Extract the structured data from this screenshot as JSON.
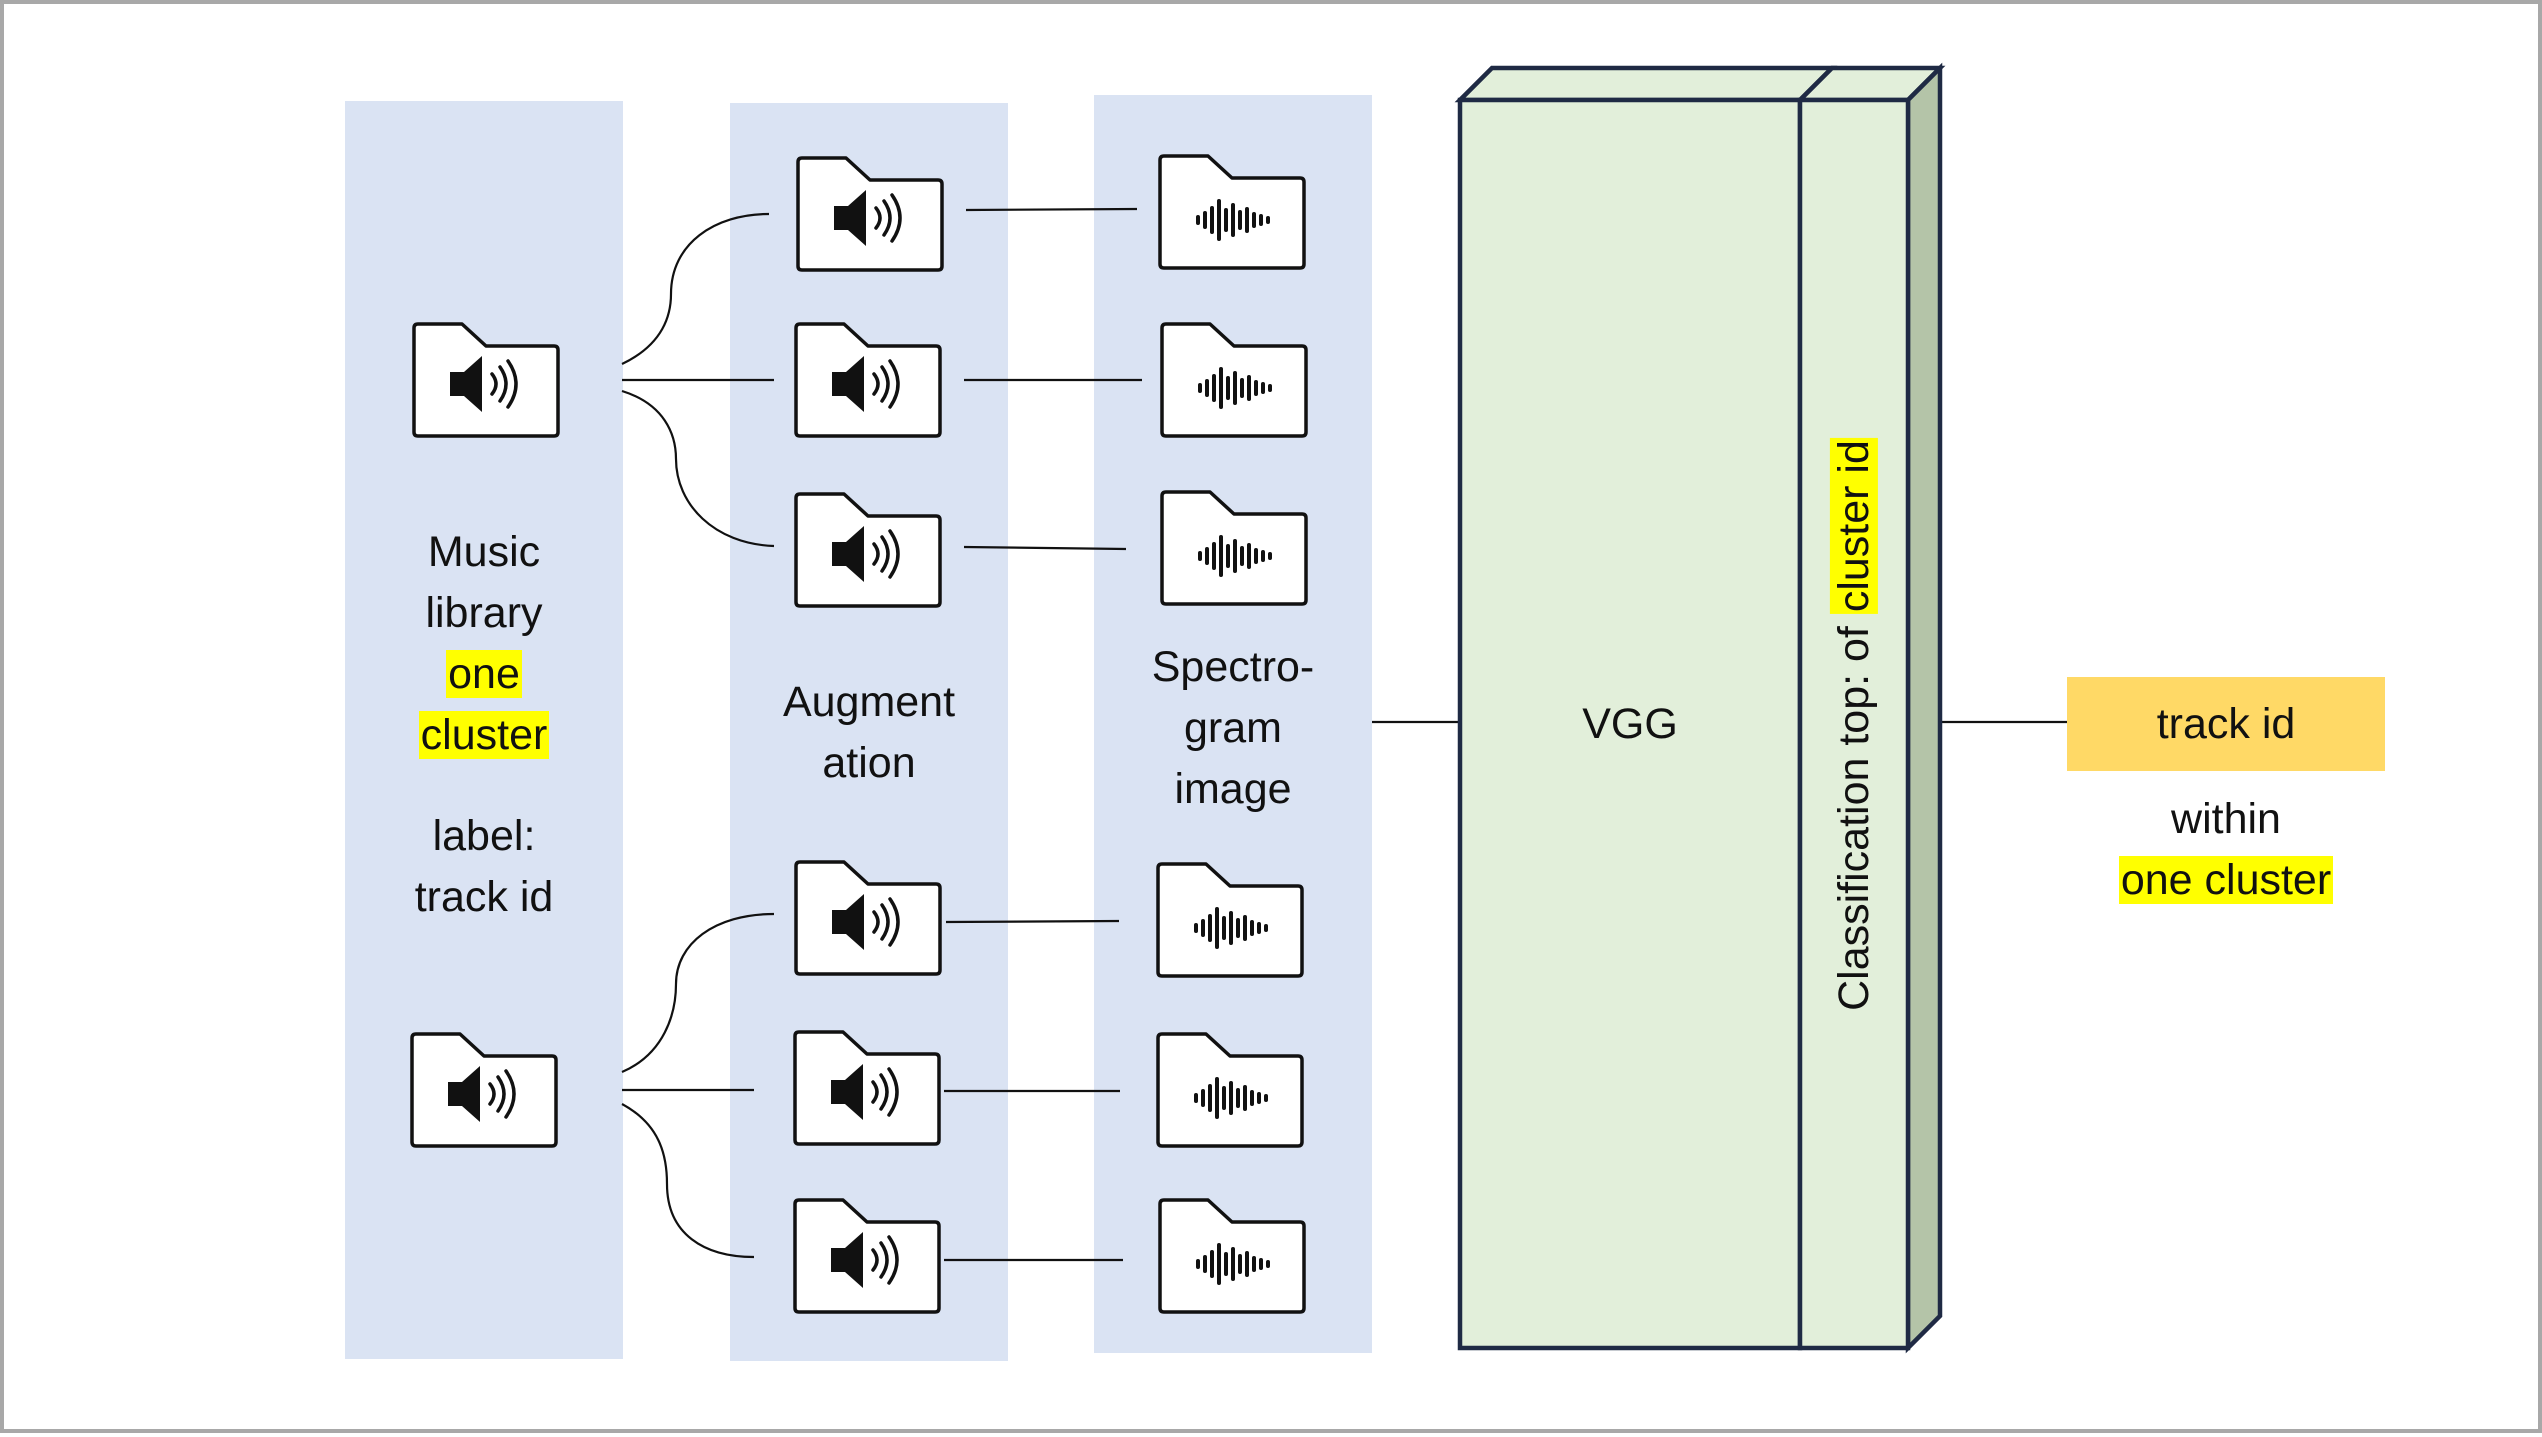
{
  "columns": {
    "music_library": {
      "line1": "Music",
      "line2": "library",
      "hl1": "one",
      "hl2": "cluster",
      "label_line1": "label:",
      "label_line2": "track id"
    },
    "augmentation": {
      "line1": "Augment",
      "line2": "ation"
    },
    "spectrogram": {
      "line1": "Spectro-",
      "line2": "gram",
      "line3": "image"
    }
  },
  "model": {
    "vgg_label": "VGG",
    "classification_label": "Classification top: of ",
    "classification_highlight": "cluster id"
  },
  "output": {
    "track_label": "track id",
    "within_label": "within",
    "within_highlight": "one cluster"
  },
  "icons": {
    "audio_folder": "audio-folder-icon",
    "spectrogram_folder": "waveform-folder-icon"
  },
  "colors": {
    "column_bg": "#dae3f3",
    "model_fill": "#e2efda",
    "model_side": "#b4c4a8",
    "model_stroke": "#1f2a44",
    "output_box": "#ffd966",
    "highlight": "#ffff00"
  }
}
